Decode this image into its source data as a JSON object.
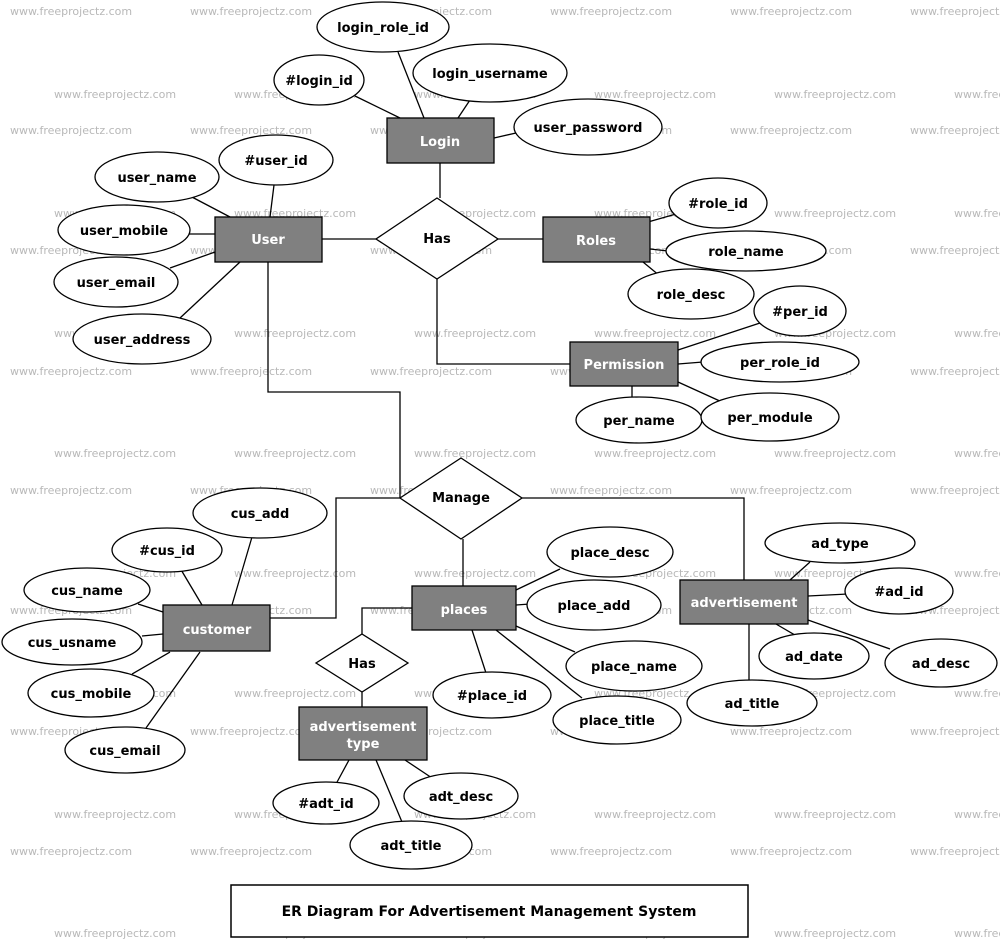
{
  "watermark": "www.freeprojectz.com",
  "title": "ER Diagram For Advertisement Management System",
  "entities": {
    "login": "Login",
    "user": "User",
    "roles": "Roles",
    "permission": "Permission",
    "customer": "customer",
    "places": "places",
    "advertisement": "advertisement",
    "advertisement_type": [
      "advertisement",
      "type"
    ]
  },
  "relationships": {
    "has_top": "Has",
    "manage": "Manage",
    "has_bottom": "Has"
  },
  "attributes": {
    "login_role_id": "login_role_id",
    "login_id": "#login_id",
    "login_username": "login_username",
    "user_password": "user_password",
    "user_id": "#user_id",
    "user_name": "user_name",
    "user_mobile": "user_mobile",
    "user_email": "user_email",
    "user_address": "user_address",
    "role_id": "#role_id",
    "role_name": "role_name",
    "role_desc": "role_desc",
    "per_id": "#per_id",
    "per_role_id": "per_role_id",
    "per_name": "per_name",
    "per_module": "per_module",
    "cus_add": "cus_add",
    "cus_id": "#cus_id",
    "cus_name": "cus_name",
    "cus_usname": "cus_usname",
    "cus_mobile": "cus_mobile",
    "cus_email": "cus_email",
    "place_desc": "place_desc",
    "place_add": "place_add",
    "place_name": "place_name",
    "place_id": "#place_id",
    "place_title": "place_title",
    "ad_type": "ad_type",
    "ad_id": "#ad_id",
    "ad_date": "ad_date",
    "ad_desc": "ad_desc",
    "ad_title": "ad_title",
    "adt_id": "#adt_id",
    "adt_desc": "adt_desc",
    "adt_title": "adt_title"
  }
}
